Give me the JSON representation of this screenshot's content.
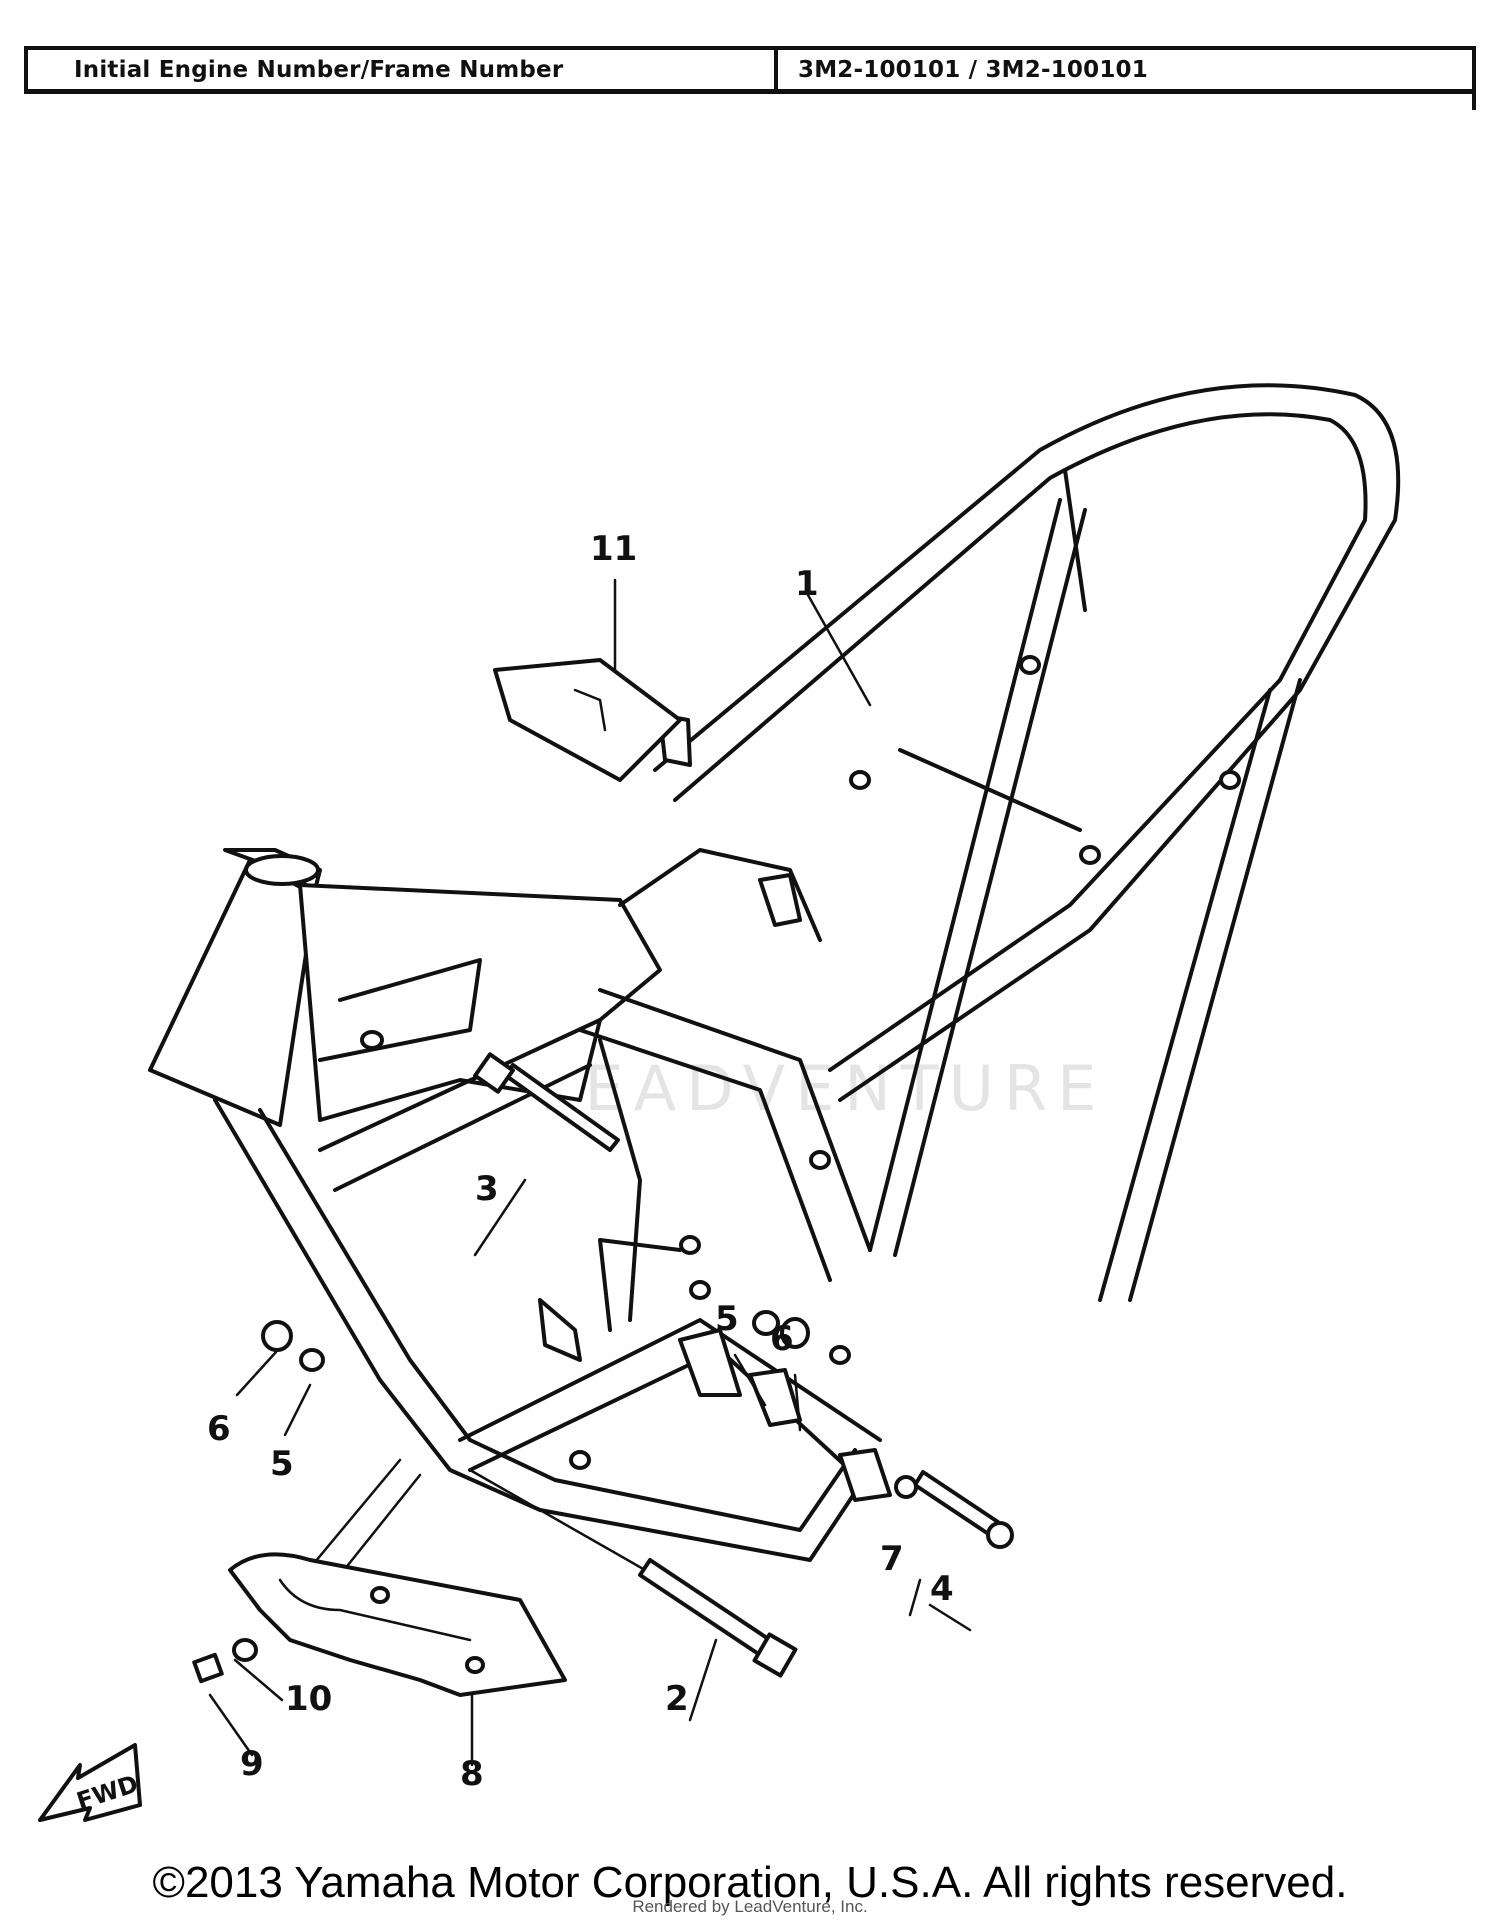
{
  "spec_table": {
    "label": "Initial Engine Number/Frame Number",
    "value": "3M2-100101 / 3M2-100101"
  },
  "callouts": {
    "frame": "1",
    "bolt_long": "2",
    "bolt_upper": "3",
    "bolt_rear": "4",
    "washer_right": "5",
    "nut_right": "6",
    "washer_left": "5",
    "nut_left": "6",
    "washer_rear": "7",
    "skid_plate": "8",
    "screw": "9",
    "washer_small": "10",
    "pad": "11"
  },
  "fwd_label": "FWD",
  "watermark": "LEADVENTURE",
  "footer": {
    "copyright": "©2013 Yamaha Motor Corporation, U.S.A. All rights reserved.",
    "rendered_by": "Rendered by LeadVenture, Inc."
  }
}
